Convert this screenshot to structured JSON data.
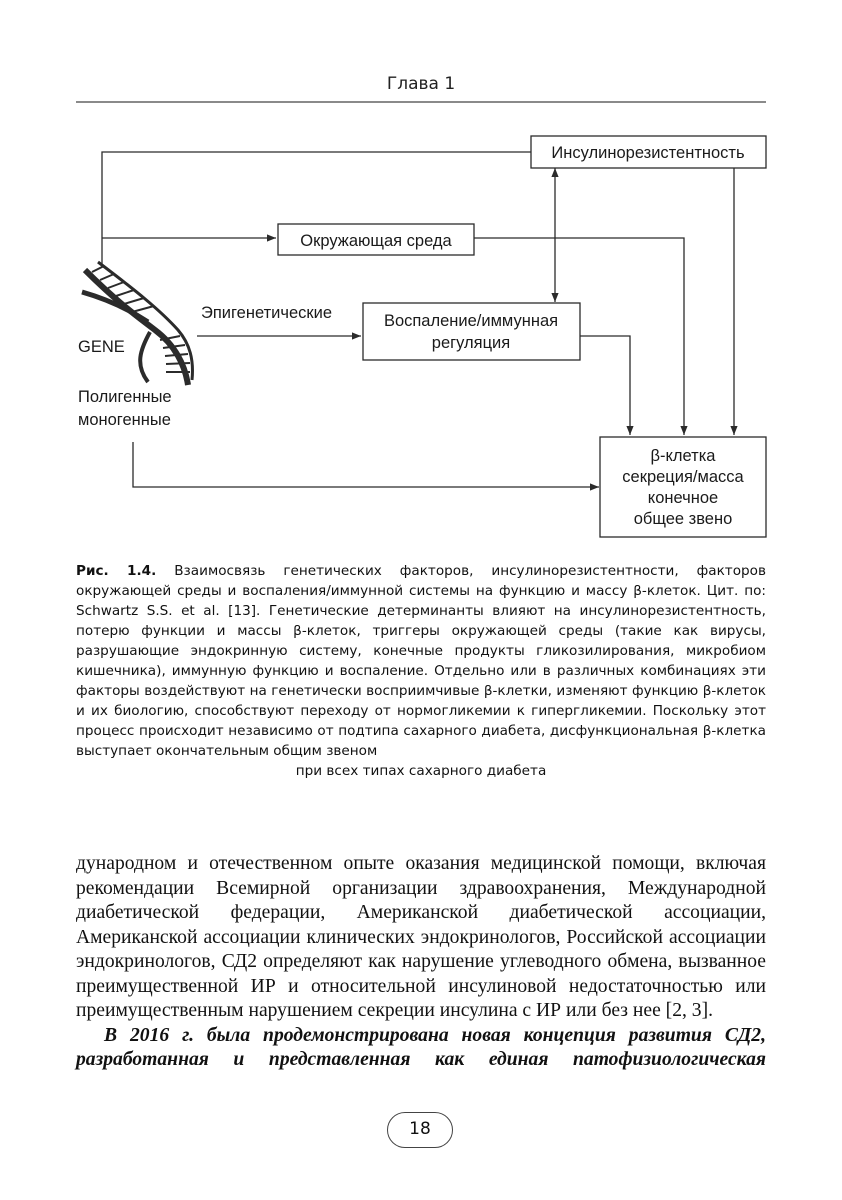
{
  "header": {
    "title": "Глава 1"
  },
  "figure": {
    "gene_label": "GENE",
    "gene_types": [
      "Полигенные",
      "моногенные"
    ],
    "epigenetic_label": "Эпигенетические",
    "boxes": {
      "insulin_resistance": "Инсулинорезистентность",
      "environment": "Окружающая среда",
      "inflammation": [
        "Воспаление/иммунная",
        "регуляция"
      ],
      "beta_cell": [
        "β-клетка",
        "секреция/масса",
        "конечное",
        "общее звено"
      ]
    }
  },
  "caption": {
    "label": "Рис. 1.4.",
    "text": "Взаимосвязь генетических факторов, инсулинорезистентности, факторов окружающей среды и воспаления/иммунной системы на функцию и массу β-клеток. Цит. по: Schwartz S.S. et al. [13]. Генетические детерминанты влияют на инсулинорезистентность, потерю функции и массы β-клеток, триггеры окружающей среды (такие как вирусы, разрушающие эндокринную систему, конечные продукты гликозилирования, микробиом кишечника), иммунную функцию и воспаление. Отдельно или в различных комбинациях эти факторы воздействуют на генетически восприимчивые β-клетки, изменяют функцию β-клеток и их биологию, способствуют переходу от нормогликемии к гипергликемии. Поскольку этот процесс происходит независимо от подтипа сахарного диабета, дисфункциональная β-клетка выступает окончательным общим звеном",
    "last_line": "при всех типах сахарного диабета"
  },
  "body": {
    "paragraph": "дународном и отечественном опыте оказания медицинской помощи, включая рекомендации Всемирной организации здравоохранения, Международной диабетической федерации, Американской диабетической ассоциации, Американской ассоциации клинических эндокринологов, Российской ассоциации эндокринологов, СД2 определяют как нарушение углеводного обмена, вызванное преимущественной ИР и относительной инсулиновой недостаточностью или преимущественным нарушением секреции инсулина с ИР или без нее [2, 3].",
    "emphasis_line1": "В 2016 г. была продемонстрирована новая концепция развития СД2,",
    "emphasis_line2": "разработанная и представленная как единая патофизиологическая"
  },
  "page_number": "18"
}
